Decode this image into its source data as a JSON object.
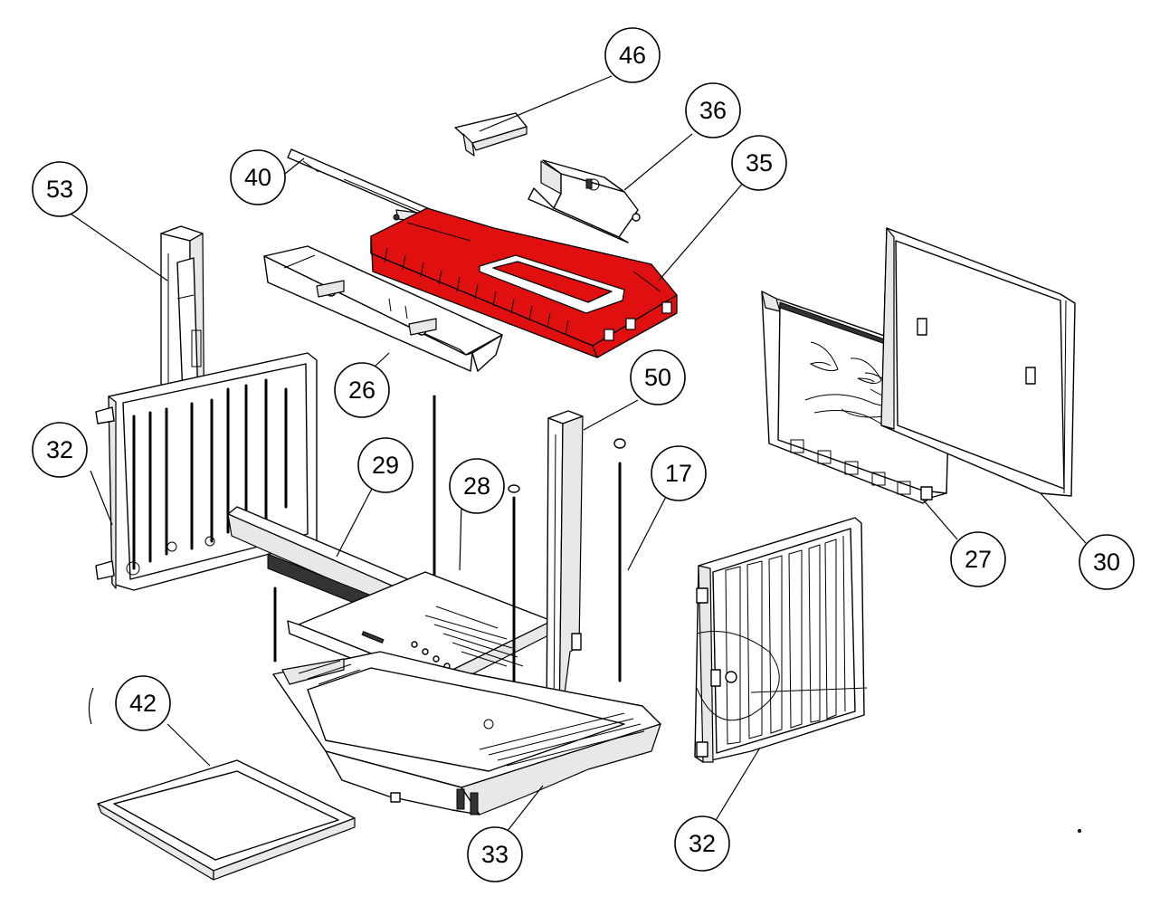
{
  "accent_color": "#e01010",
  "callouts": [
    {
      "id": "46",
      "label": "46"
    },
    {
      "id": "36",
      "label": "36"
    },
    {
      "id": "35",
      "label": "35"
    },
    {
      "id": "40",
      "label": "40"
    },
    {
      "id": "53",
      "label": "53"
    },
    {
      "id": "26",
      "label": "26"
    },
    {
      "id": "50",
      "label": "50"
    },
    {
      "id": "32-left",
      "label": "32"
    },
    {
      "id": "29",
      "label": "29"
    },
    {
      "id": "28",
      "label": "28"
    },
    {
      "id": "17",
      "label": "17"
    },
    {
      "id": "27",
      "label": "27"
    },
    {
      "id": "30",
      "label": "30"
    },
    {
      "id": "42",
      "label": "42"
    },
    {
      "id": "33",
      "label": "33"
    },
    {
      "id": "32-right",
      "label": "32"
    }
  ]
}
